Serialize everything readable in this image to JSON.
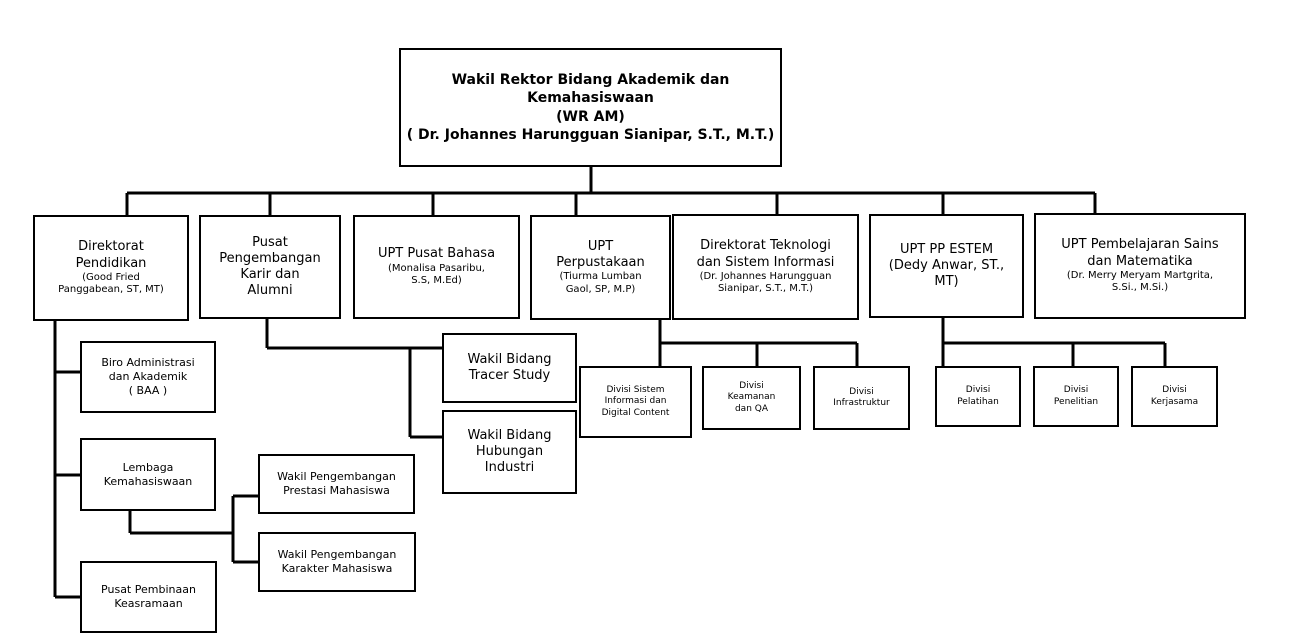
{
  "root": {
    "line1": "Wakil Rektor Bidang Akademik dan",
    "line2": "Kemahasiswaan",
    "line3": "(WR AM)",
    "line4": "( Dr. Johannes Harungguan Sianipar, S.T., M.T.)"
  },
  "direktorat_pendidikan": {
    "line1": "Direktorat",
    "line2": "Pendidikan",
    "person1": "(Good Fried",
    "person2": "Panggabean, ST, MT)"
  },
  "pusat_karir": {
    "line1": "Pusat",
    "line2": "Pengembangan",
    "line3": "Karir dan",
    "line4": "Alumni"
  },
  "upt_bahasa": {
    "line1": "UPT Pusat Bahasa",
    "person1": "(Monalisa Pasaribu,",
    "person2": "S.S, M.Ed)"
  },
  "upt_perpustakaan": {
    "line1": "UPT",
    "line2": "Perpustakaan",
    "person1": "(Tiurma Lumban",
    "person2": "Gaol, SP, M.P)"
  },
  "direktorat_ti": {
    "line1": "Direktorat Teknologi",
    "line2": "dan Sistem Informasi",
    "person1": "(Dr. Johannes Harungguan",
    "person2": "Sianipar, S.T., M.T.)"
  },
  "upt_estem": {
    "line1": "UPT PP ESTEM",
    "line2": "(Dedy Anwar, ST.,",
    "line3": "MT)"
  },
  "upt_sains": {
    "line1": "UPT Pembelajaran Sains",
    "line2": "dan Matematika",
    "person1": "(Dr. Merry Meryam Martgrita,",
    "person2": "S.Si., M.Si.)"
  },
  "biro_baa": {
    "line1": "Biro Administrasi",
    "line2": "dan Akademik",
    "line3": "( BAA )"
  },
  "lembaga_kemahasiswaan": {
    "line1": "Lembaga",
    "line2": "Kemahasiswaan"
  },
  "pusat_keasramaan": {
    "line1": "Pusat Pembinaan",
    "line2": "Keasramaan"
  },
  "wakil_prestasi": {
    "line1": "Wakil Pengembangan",
    "line2": "Prestasi Mahasiswa"
  },
  "wakil_karakter": {
    "line1": "Wakil Pengembangan",
    "line2": "Karakter Mahasiswa"
  },
  "wakil_tracer": {
    "line1": "Wakil Bidang",
    "line2": "Tracer Study"
  },
  "wakil_industri": {
    "line1": "Wakil Bidang",
    "line2": "Hubungan",
    "line3": "Industri"
  },
  "divisi_si": {
    "line1": "Divisi Sistem",
    "line2": "Informasi dan",
    "line3": "Digital Content"
  },
  "divisi_keamanan": {
    "line1": "Divisi",
    "line2": "Keamanan",
    "line3": "dan QA"
  },
  "divisi_infrastruktur": {
    "line1": "Divisi",
    "line2": "Infrastruktur"
  },
  "divisi_pelatihan": {
    "line1": "Divisi",
    "line2": "Pelatihan"
  },
  "divisi_penelitian": {
    "line1": "Divisi",
    "line2": "Penelitian"
  },
  "divisi_kerjasama": {
    "line1": "Divisi",
    "line2": "Kerjasama"
  }
}
